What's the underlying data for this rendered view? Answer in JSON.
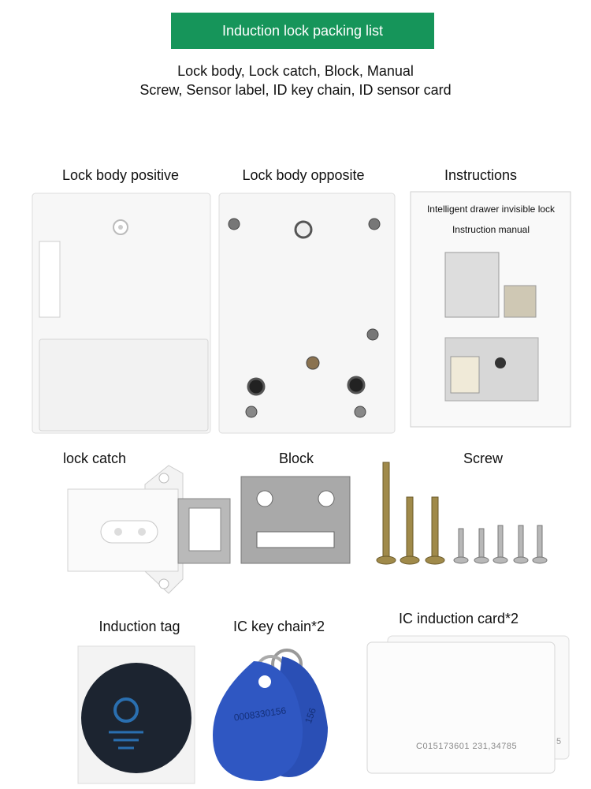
{
  "header": {
    "title": "Induction lock packing list",
    "line1": "Lock body, Lock catch, Block, Manual",
    "line2": "Screw, Sensor label, ID key chain, ID sensor card"
  },
  "labels": {
    "lock_body_positive": "Lock body positive",
    "lock_body_opposite": "Lock body opposite",
    "instructions": "Instructions",
    "lock_catch": "lock catch",
    "block": "Block",
    "screw": "Screw",
    "induction_tag": "Induction tag",
    "ic_key_chain": "IC key chain*2",
    "ic_induction_card": "IC induction card*2"
  },
  "manual": {
    "title": "Intelligent drawer invisible lock",
    "subtitle": "Instruction manual"
  },
  "keychain": {
    "number_front": "0008330156",
    "number_back": "156"
  },
  "card": {
    "number": "C015173601 231,34785",
    "number_back": "5"
  },
  "colors": {
    "banner": "#16955a",
    "keychain": "#2a4fb5",
    "tag": "#1c2430"
  }
}
